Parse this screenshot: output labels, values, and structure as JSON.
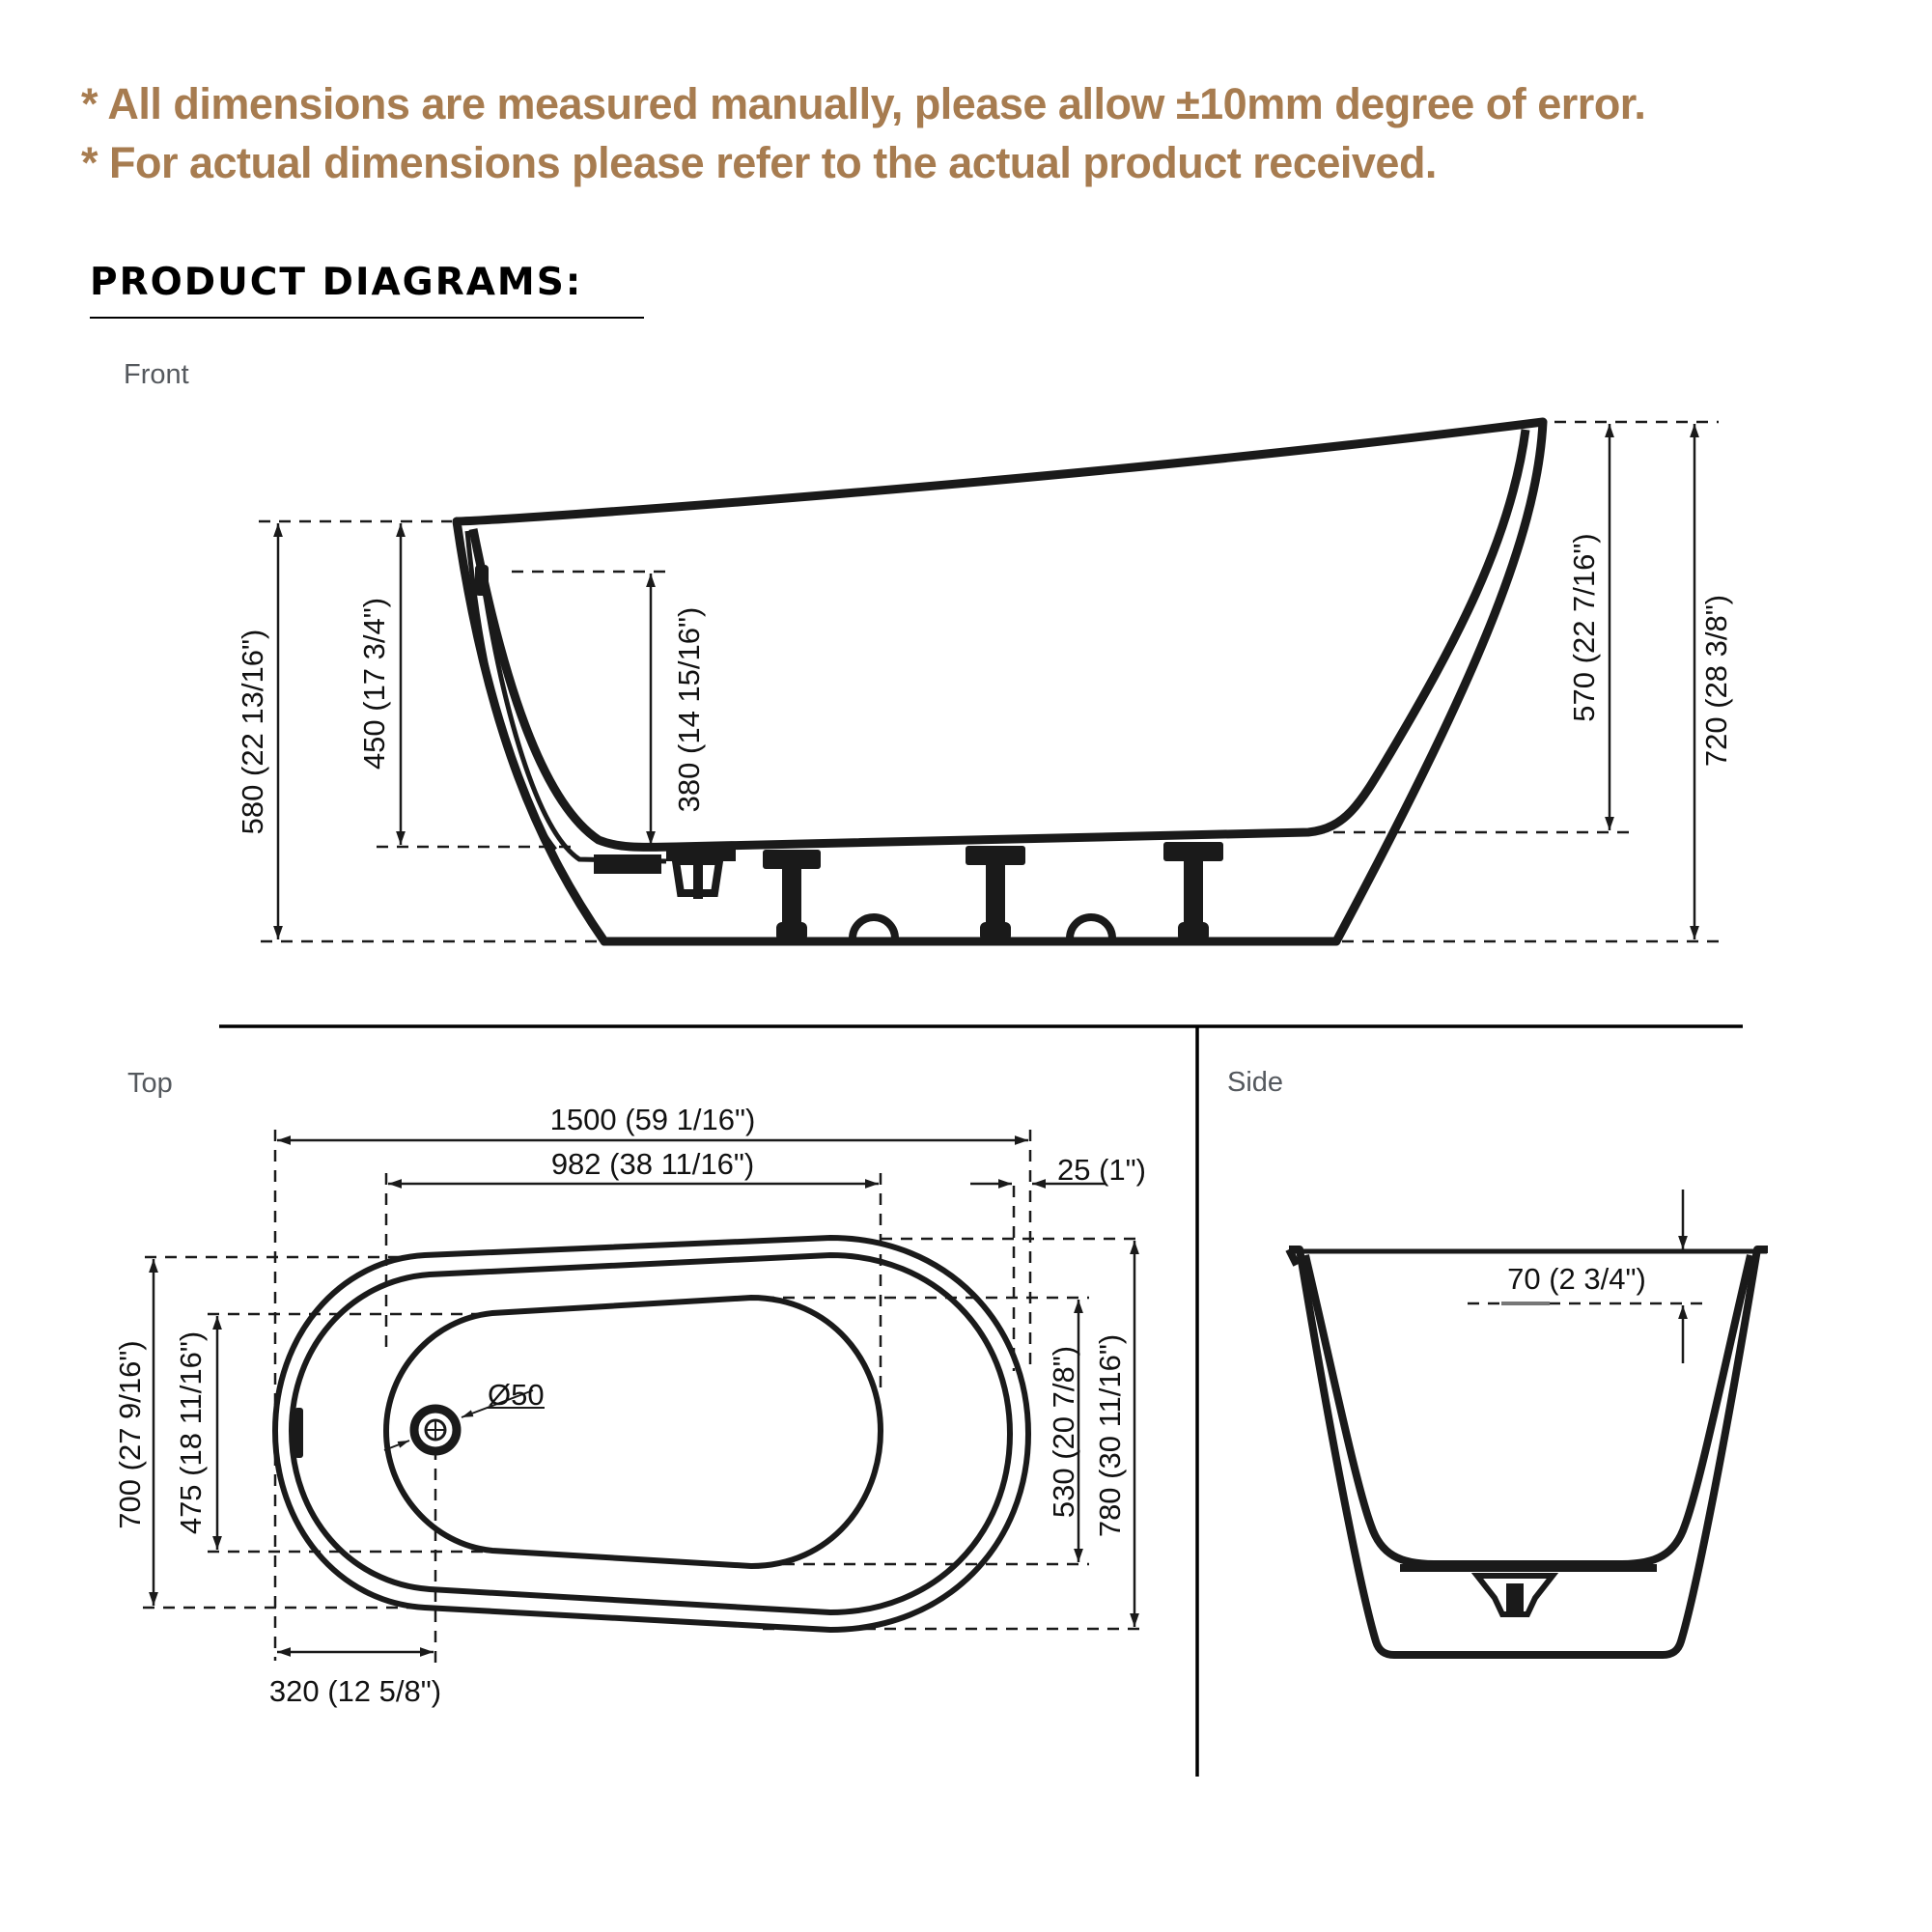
{
  "notes": [
    "* All dimensions are measured manually, please allow ±10mm degree of error.",
    "* For actual dimensions please refer to the actual product received."
  ],
  "header": {
    "title": "PRODUCT DIAGRAMS:"
  },
  "colors": {
    "note_text": "#a77c50",
    "line": "#1a1a1a",
    "label": "#55595e"
  },
  "views": {
    "front": {
      "label": "Front",
      "dimensions": {
        "overall_height_low_end": "580 (22 13/16\")",
        "rim_to_floor_low_end": "450 (17 3/4\")",
        "water_depth": "380 (14 15/16\")",
        "inner_depth_high_end": "570 (22 7/16\")",
        "overall_height_high_end": "720 (28 3/8\")"
      }
    },
    "top": {
      "label": "Top",
      "dimensions": {
        "overall_length": "1500 (59 1/16\")",
        "inner_length": "982 (38 11/16\")",
        "rim_thickness": "25 (1\")",
        "drain_diameter": "Ø50",
        "width_low_end": "700 (27 9/16\")",
        "inner_width_low_end": "475 (18 11/16\")",
        "inner_width_high_end": "530 (20 7/8\")",
        "width_high_end": "780 (30 11/16\")",
        "drain_offset": "320 (12 5/8\")"
      }
    },
    "side": {
      "label": "Side",
      "dimensions": {
        "overflow_depth": "70 (2 3/4\")"
      }
    }
  }
}
